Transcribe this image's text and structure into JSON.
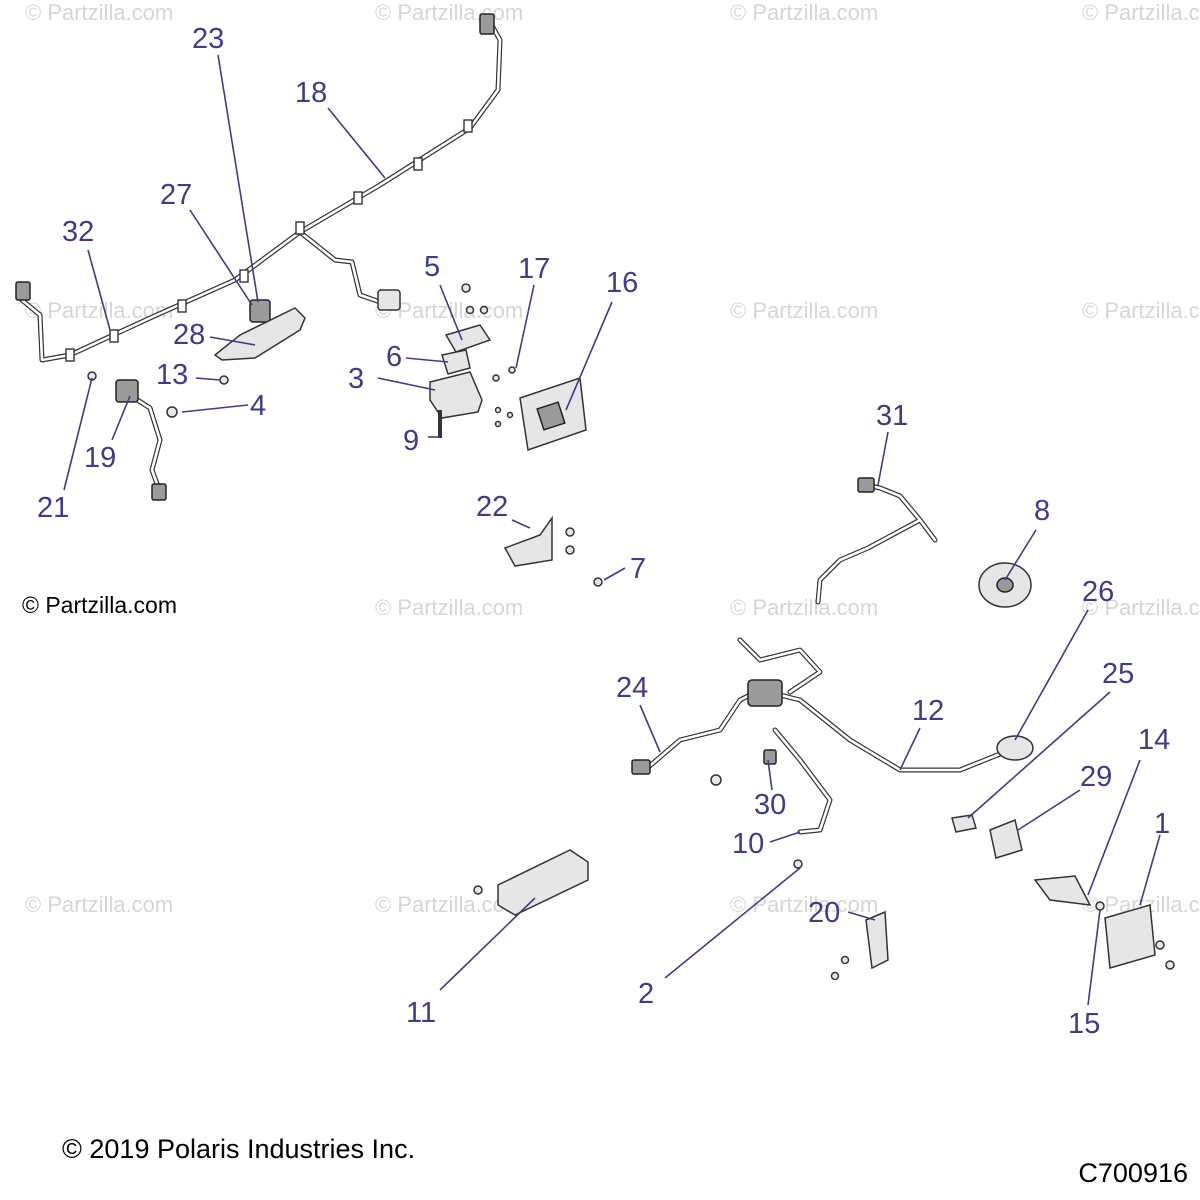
{
  "diagram": {
    "watermark_text": "© Partzilla.com",
    "site_credit": "© Partzilla.com",
    "copyright": "© 2019 Polaris Industries Inc.",
    "diagram_code": "C700916",
    "callouts": [
      "1",
      "2",
      "3",
      "4",
      "5",
      "6",
      "7",
      "8",
      "9",
      "10",
      "11",
      "12",
      "13",
      "14",
      "15",
      "16",
      "17",
      "18",
      "19",
      "20",
      "21",
      "22",
      "23",
      "24",
      "25",
      "26",
      "27",
      "28",
      "29",
      "30",
      "31",
      "32"
    ],
    "colors": {
      "callout": "#3c3c8c",
      "watermark": "#d6d6d6",
      "line": "#333333"
    }
  }
}
